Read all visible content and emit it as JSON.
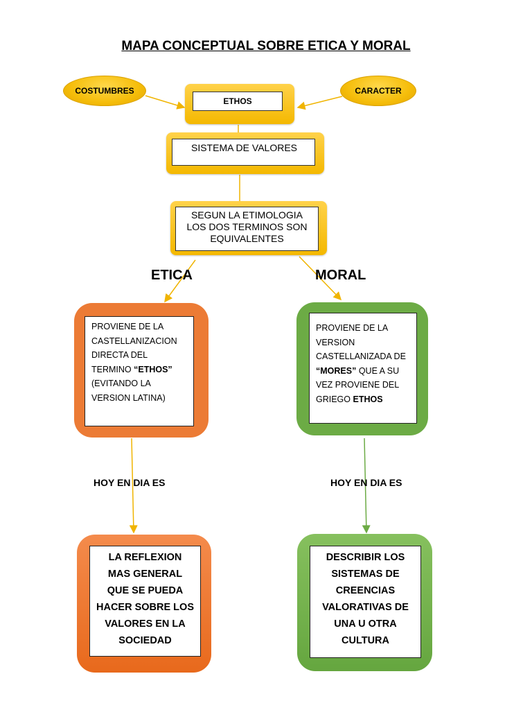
{
  "title": "MAPA CONCEPTUAL SOBRE ETICA Y MORAL",
  "top": {
    "costumbres": "COSTUMBRES",
    "caracter": "CARACTER",
    "ethos": "ETHOS",
    "sistema": "SISTEMA DE VALORES",
    "etimologia_1": "SEGUN LA ETIMOLOGIA",
    "etimologia_2": "LOS DOS TERMINOS SON",
    "etimologia_3": "EQUIVALENTES"
  },
  "etica": {
    "label": "ETICA",
    "line1": "PROVIENE DE LA",
    "line2": "CASTELLANIZACION",
    "line3": "DIRECTA DEL",
    "line4_pre": "TERMINO ",
    "line4_bold": "“ETHOS”",
    "line5": "(EVITANDO LA",
    "line6": "VERSION LATINA)",
    "hoy": "HOY EN DIA ES",
    "result": [
      "LA REFLEXION",
      "MAS GENERAL",
      "QUE SE PUEDA",
      "HACER SOBRE LOS",
      "VALORES EN LA",
      "SOCIEDAD"
    ]
  },
  "moral": {
    "label": "MORAL",
    "line1": "PROVIENE DE LA",
    "line2": "VERSION",
    "line3": "CASTELLANIZADA DE",
    "line4_bold": "“MORES”",
    "line4_post": " QUE A SU",
    "line5": "VEZ PROVIENE DEL",
    "line6_pre": "GRIEGO ",
    "line6_bold": "ETHOS",
    "hoy": "HOY EN DIA ES",
    "result": [
      "DESCRIBIR LOS",
      "SISTEMAS DE",
      "CREENCIAS",
      "VALORATIVAS DE",
      "UNA U OTRA",
      "CULTURA"
    ]
  },
  "colors": {
    "yellow": "#f4b800",
    "orange": "#ec7b35",
    "green": "#6cab45"
  }
}
